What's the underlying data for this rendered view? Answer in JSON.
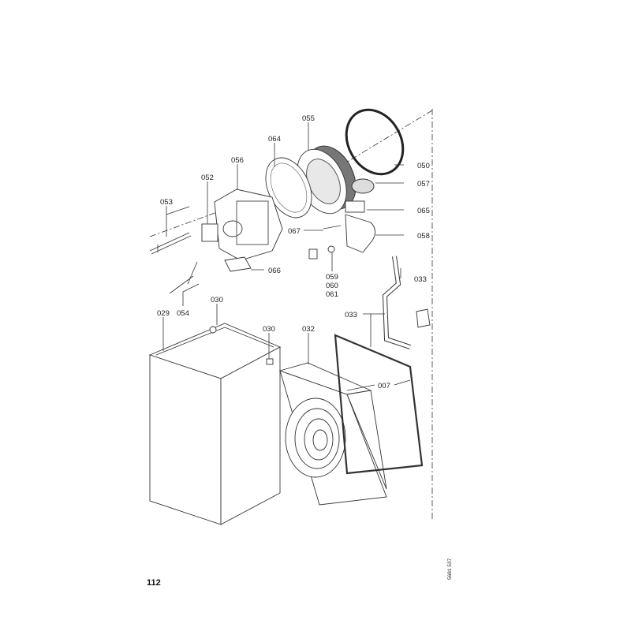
{
  "page_number": "112",
  "drawing_number": "5681 537",
  "labels": {
    "p055": "055",
    "p064": "064",
    "p056": "056",
    "p052": "052",
    "p053": "053",
    "p050": "050",
    "p057": "057",
    "p065": "065",
    "p067": "067",
    "p058": "058",
    "p059": "059",
    "p060": "060",
    "p061": "061",
    "p033a": "033",
    "p033b": "033",
    "p066": "066",
    "p054": "054",
    "p030a": "030",
    "p029": "029",
    "p030b": "030",
    "p032": "032",
    "p007": "007"
  }
}
